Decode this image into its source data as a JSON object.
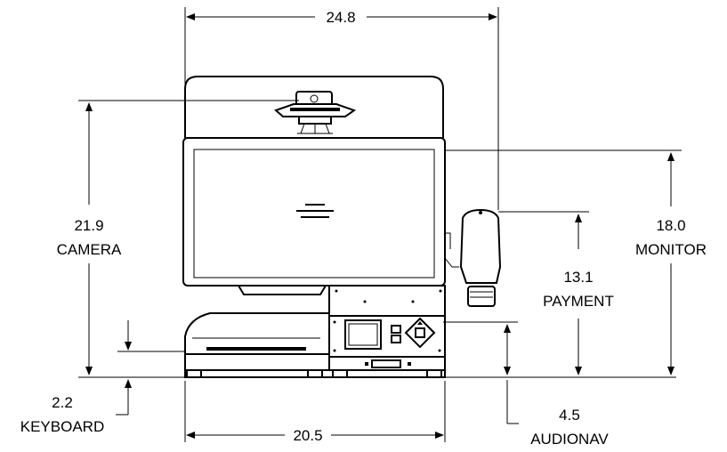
{
  "dimensions": {
    "overall_width": "24.8",
    "base_width": "20.5",
    "camera_height": "21.9",
    "camera_label": "CAMERA",
    "monitor_height": "18.0",
    "monitor_label": "MONITOR",
    "payment_height": "13.1",
    "payment_label": "PAYMENT",
    "keyboard_height": "2.2",
    "keyboard_label": "KEYBOARD",
    "audionav_height": "4.5",
    "audionav_label": "AUDIONAV"
  }
}
